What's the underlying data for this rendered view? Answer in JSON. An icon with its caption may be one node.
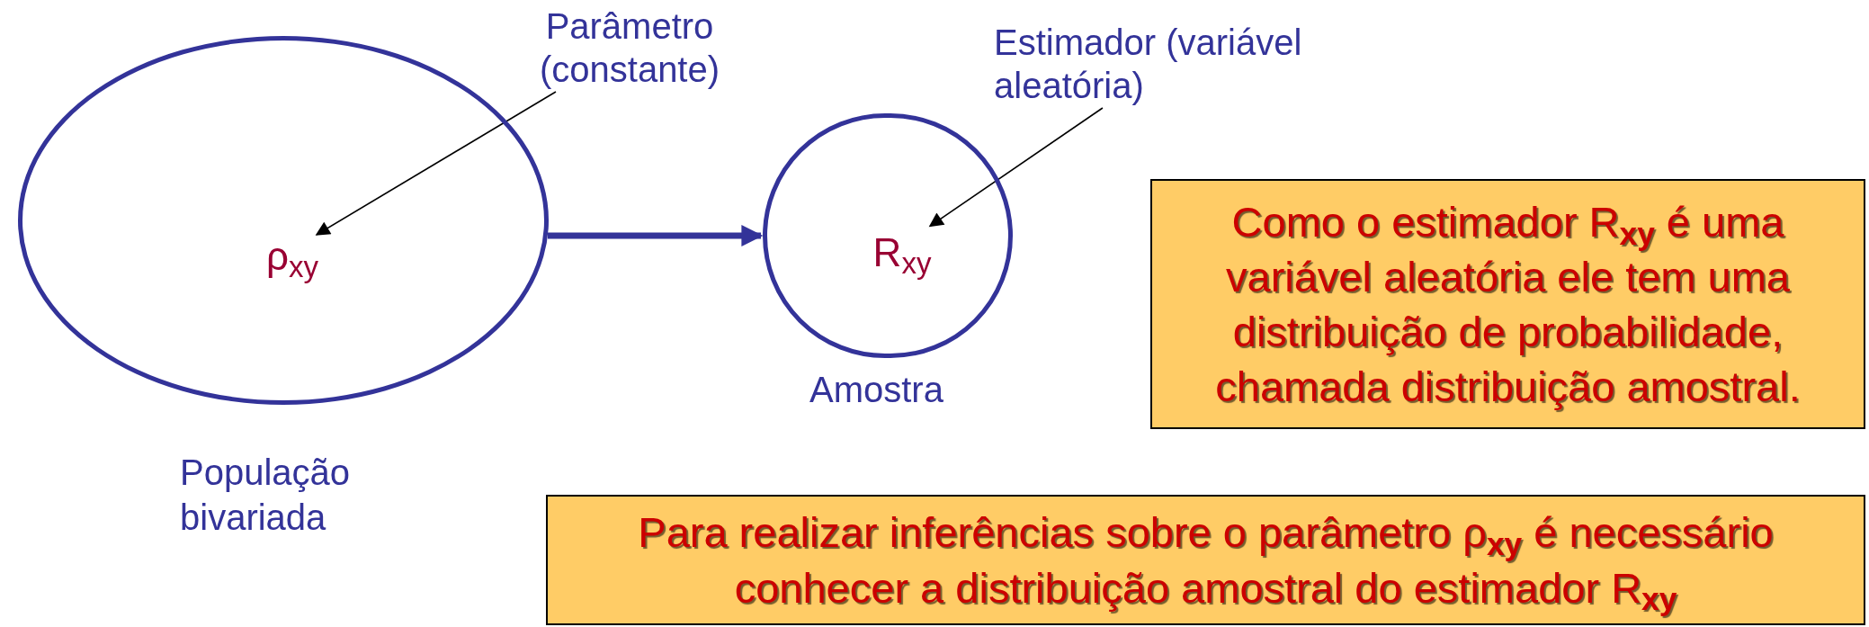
{
  "diagram": {
    "nodes": [
      {
        "text": [],
        "shape": "ellipse",
        "beside": [
          "População bivariada"
        ]
      },
      {
        "text": [
          "ρ$_{xy}$"
        ],
        "in": 0
      },
      {
        "text": [
          "Parâmetro (constante)"
        ]
      },
      {
        "text": [],
        "shape": "circle",
        "beside": [
          "Amostra"
        ]
      },
      {
        "text": [
          "R$_{xy}$"
        ],
        "in": 3
      },
      {
        "text": [
          "Estimador (variável aleatória)"
        ]
      },
      {
        "text": [
          "Como o estimador R$_{xy}$ é uma variável aleatória ele tem uma distribuição de probabilidade, chamada distribuição amostral."
        ]
      },
      {
        "text": [
          "Para realizar inferências sobre o parâmetro ρ$_{xy}$ é necessário conhecer  a distribuição amostral do estimador R$_{xy}$"
        ]
      }
    ],
    "edges": [
      {
        "from": 0,
        "to": 3,
        "arrow": "to",
        "style": "thick",
        "color": "#333399"
      },
      {
        "from": 2,
        "to": 1,
        "arrow": "to"
      },
      {
        "from": 5,
        "to": 4,
        "arrow": "to"
      }
    ]
  }
}
